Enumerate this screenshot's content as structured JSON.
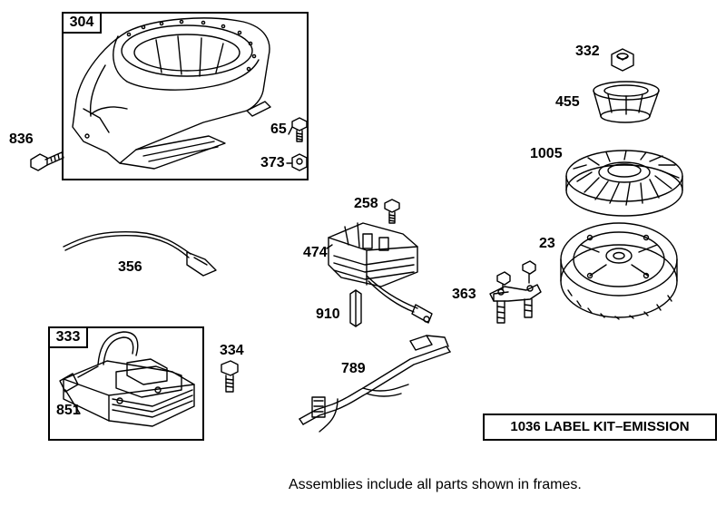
{
  "parts": [
    {
      "key": "304",
      "label": "304"
    },
    {
      "key": "836",
      "label": "836"
    },
    {
      "key": "65",
      "label": "65"
    },
    {
      "key": "373",
      "label": "373"
    },
    {
      "key": "356",
      "label": "356"
    },
    {
      "key": "333",
      "label": "333"
    },
    {
      "key": "334",
      "label": "334"
    },
    {
      "key": "851",
      "label": "851"
    },
    {
      "key": "258",
      "label": "258"
    },
    {
      "key": "474",
      "label": "474"
    },
    {
      "key": "910",
      "label": "910"
    },
    {
      "key": "789",
      "label": "789"
    },
    {
      "key": "363",
      "label": "363"
    },
    {
      "key": "332",
      "label": "332"
    },
    {
      "key": "455",
      "label": "455"
    },
    {
      "key": "1005",
      "label": "1005"
    },
    {
      "key": "23",
      "label": "23"
    }
  ],
  "kit_box": {
    "label": "1036 LABEL KIT–EMISSION"
  },
  "caption": "Assemblies include all parts shown in frames."
}
